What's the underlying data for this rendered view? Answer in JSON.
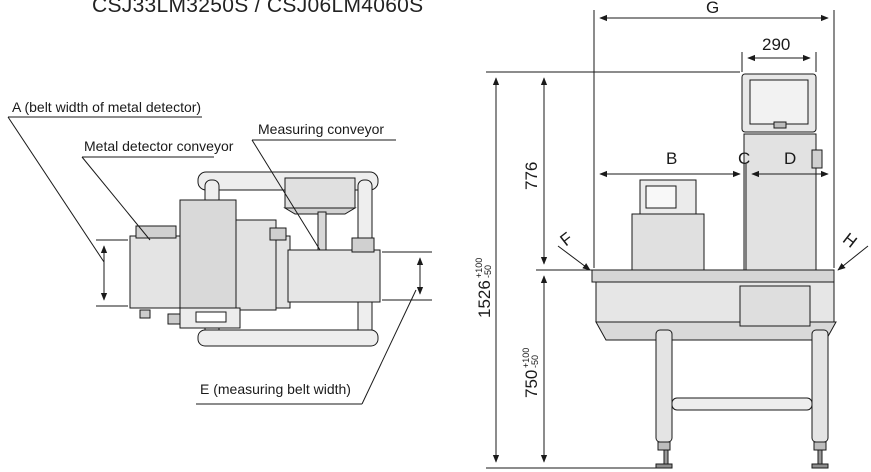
{
  "title": "CSJ33LM3250S / CSJ06LM4060S",
  "callouts": {
    "belt_width_metal_detector": "A (belt width of metal detector)",
    "metal_detector_conveyor": "Metal detector conveyor",
    "measuring_conveyor": "Measuring conveyor",
    "measuring_belt_width": "E (measuring belt width)"
  },
  "dimensions": {
    "G": "G",
    "width_290": "290",
    "B": "B",
    "C": "C",
    "D": "D",
    "F": "F",
    "H": "H",
    "height_776": "776",
    "total_height_value": "1526",
    "total_height_tol_plus": "+100",
    "total_height_tol_minus": "-50",
    "pass_height_value": "750",
    "pass_height_tol_plus": "+100",
    "pass_height_tol_minus": "-50"
  },
  "colors": {
    "line": "#1a1a1a",
    "machine_fill": "#e6e6e6",
    "machine_dark": "#bdbdbd",
    "screen": "#f2f2f2"
  }
}
